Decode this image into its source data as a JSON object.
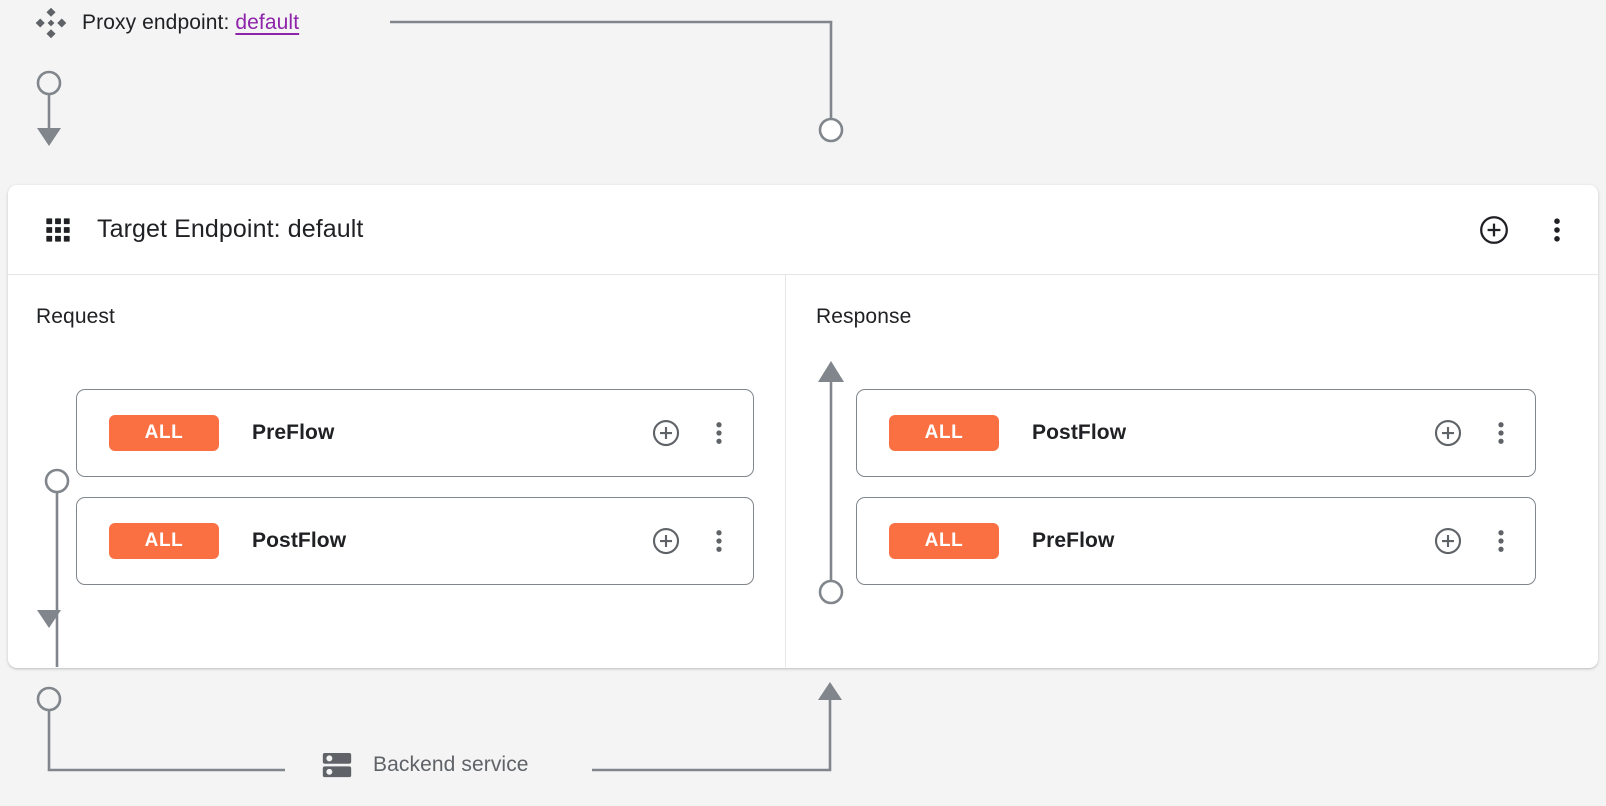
{
  "proxy": {
    "icon": "diamond-cluster-icon",
    "label_prefix": "Proxy endpoint:",
    "endpoint_name": "default",
    "link_color": "#8e24aa"
  },
  "target_card": {
    "icon": "grid-dots-icon",
    "title": "Target Endpoint: default",
    "actions": [
      {
        "name": "add-policy-button",
        "icon": "plus-circle-icon"
      },
      {
        "name": "more-options-button",
        "icon": "more-vert-icon"
      }
    ]
  },
  "columns": [
    {
      "key": "request",
      "title": "Request",
      "flow_direction": "down",
      "rows": [
        {
          "badge": "ALL",
          "name": "PreFlow",
          "add_icon": "plus-circle-icon",
          "menu_icon": "more-vert-icon"
        },
        {
          "badge": "ALL",
          "name": "PostFlow",
          "add_icon": "plus-circle-icon",
          "menu_icon": "more-vert-icon"
        }
      ]
    },
    {
      "key": "response",
      "title": "Response",
      "flow_direction": "up",
      "rows": [
        {
          "badge": "ALL",
          "name": "PostFlow",
          "add_icon": "plus-circle-icon",
          "menu_icon": "more-vert-icon"
        },
        {
          "badge": "ALL",
          "name": "PreFlow",
          "add_icon": "plus-circle-icon",
          "menu_icon": "more-vert-icon"
        }
      ]
    }
  ],
  "backend": {
    "icon": "server-rack-icon",
    "label": "Backend service"
  },
  "colors": {
    "page_background": "#f4f4f4",
    "card_background": "#ffffff",
    "badge_orange": "#fb7042",
    "badge_text": "#ffffff",
    "connector_gray": "#80868b",
    "text_primary": "#202124",
    "text_secondary": "#5f6368",
    "link_purple": "#8e24aa"
  }
}
